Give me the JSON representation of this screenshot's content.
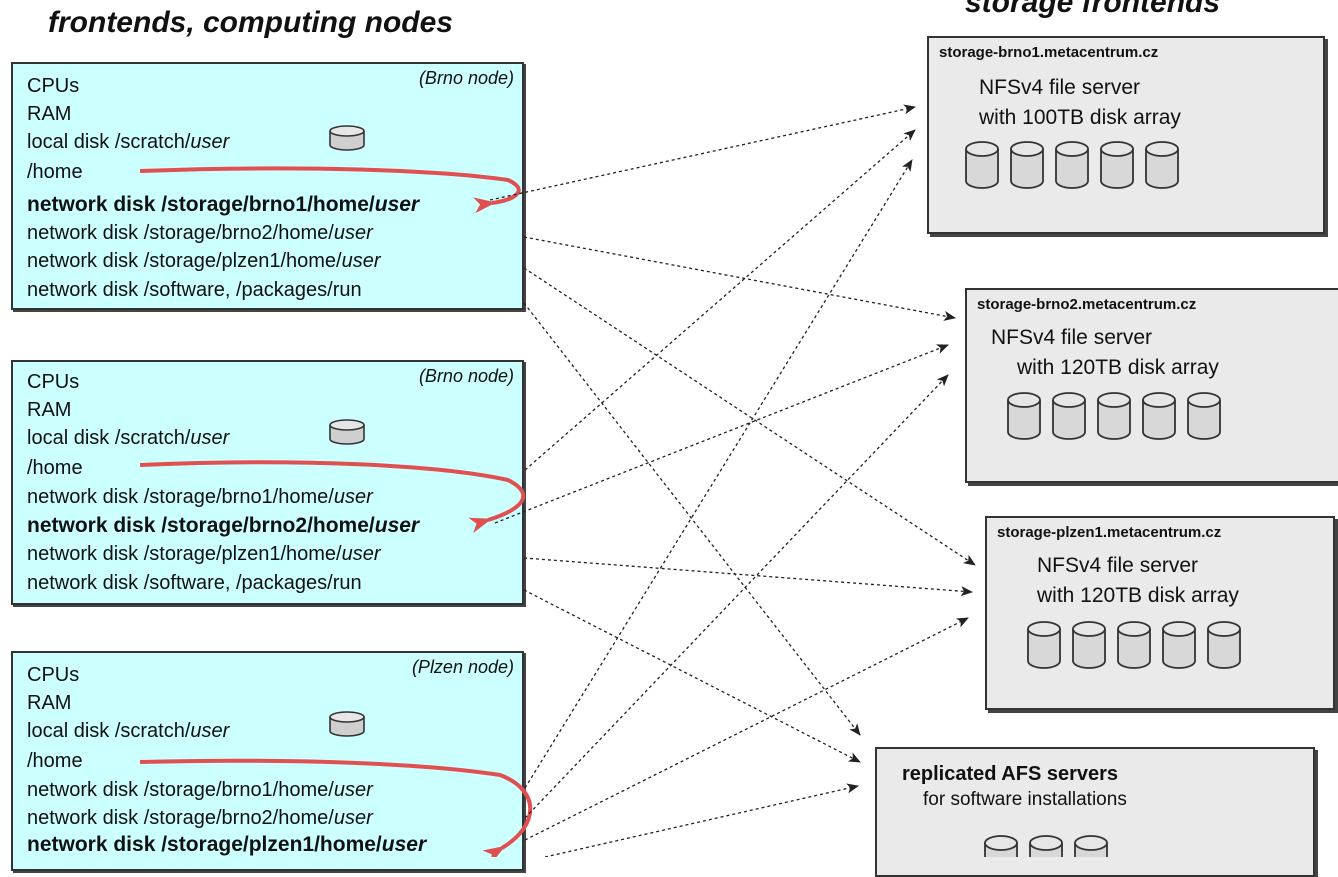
{
  "headings": {
    "left": "frontends, computing nodes",
    "right": "storage frontends"
  },
  "nodes": [
    {
      "tag": "(Brno node)",
      "lines": [
        {
          "text": "CPUs"
        },
        {
          "text": "RAM"
        },
        {
          "text": "local disk   /scratch/",
          "italic": "user"
        },
        {
          "text": "/home"
        },
        {
          "text": "network disk /storage/brno1/home/",
          "italic": "user",
          "bold": true
        },
        {
          "text": "network disk /storage/brno2/home/",
          "italic": "user"
        },
        {
          "text": "network disk /storage/plzen1/home/",
          "italic": "user"
        },
        {
          "text": "network disk /software, /packages/run"
        }
      ]
    },
    {
      "tag": "(Brno node)",
      "lines": [
        {
          "text": "CPUs"
        },
        {
          "text": "RAM"
        },
        {
          "text": "local disk   /scratch/",
          "italic": "user"
        },
        {
          "text": "/home"
        },
        {
          "text": "network disk /storage/brno1/home/",
          "italic": "user"
        },
        {
          "text": "network disk /storage/brno2/home/",
          "italic": "user",
          "bold": true
        },
        {
          "text": "network disk /storage/plzen1/home/",
          "italic": "user"
        },
        {
          "text": "network disk /software, /packages/run"
        }
      ]
    },
    {
      "tag": "(Plzen node)",
      "lines": [
        {
          "text": "CPUs"
        },
        {
          "text": "RAM"
        },
        {
          "text": "local disk   /scratch/",
          "italic": "user"
        },
        {
          "text": "/home"
        },
        {
          "text": "network disk /storage/brno1/home/",
          "italic": "user"
        },
        {
          "text": "network disk /storage/brno2/home/",
          "italic": "user"
        },
        {
          "text": "network disk /storage/plzen1/home/",
          "italic": "user",
          "bold": true
        }
      ]
    }
  ],
  "servers": [
    {
      "host": "storage-brno1.metacentrum.cz",
      "line1": "NFSv4 file server",
      "line2": "with 100TB disk array"
    },
    {
      "host": "storage-brno2.metacentrum.cz",
      "line1": "NFSv4 file server",
      "line2": "with 120TB disk array"
    },
    {
      "host": "storage-plzen1.metacentrum.cz",
      "line1": "NFSv4 file server",
      "line2": "with 120TB disk array"
    }
  ],
  "afs": {
    "title": "replicated AFS servers",
    "subtitle": "for software installations"
  },
  "colors": {
    "node_bg": "#ccffff",
    "server_bg": "#eaeaea",
    "home_arrow": "#e05050",
    "link": "#222222"
  }
}
